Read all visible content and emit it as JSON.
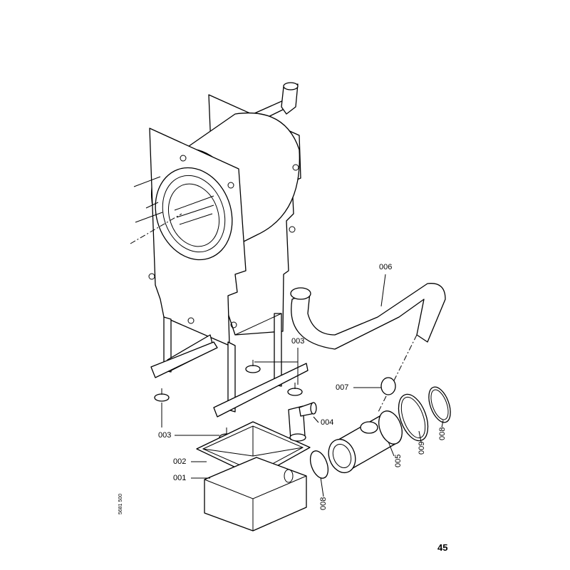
{
  "diagram": {
    "parts": [
      {
        "id": "006"
      },
      {
        "id": "003"
      },
      {
        "id": "007"
      },
      {
        "id": "004"
      },
      {
        "id": "003"
      },
      {
        "id": "002"
      },
      {
        "id": "001"
      },
      {
        "id": "005"
      },
      {
        "id": "009"
      },
      {
        "id": "008"
      },
      {
        "id": "008"
      }
    ],
    "drawing_code": "5681 500",
    "page_number": "45"
  }
}
